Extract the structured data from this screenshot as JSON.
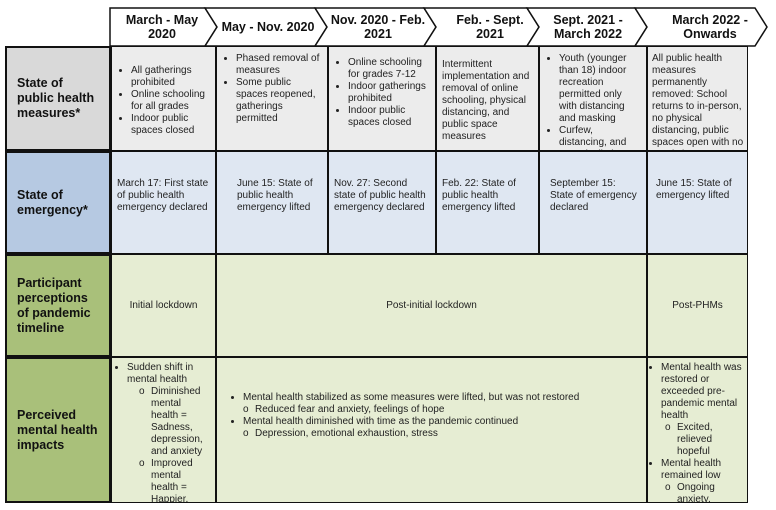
{
  "timeline": [
    "March - May 2020",
    "May - Nov. 2020",
    "Nov. 2020 - Feb. 2021",
    "Feb. - Sept. 2021",
    "Sept. 2021 - March 2022",
    "March 2022 - Onwards"
  ],
  "rows": {
    "public_health": {
      "label": "State of public health measures*",
      "cells": [
        [
          "All gatherings prohibited",
          "Online schooling for all grades",
          "Indoor public spaces closed"
        ],
        [
          "Phased removal of measures",
          "Some public spaces reopened, gatherings permitted"
        ],
        [
          "Online schooling for grades 7-12",
          "Indoor gatherings prohibited",
          "Indoor public spaces closed"
        ],
        "Intermittent implementation and removal of online schooling, physical distancing, and public space measures",
        [
          "Youth (younger than 18) indoor recreation permitted only with distancing and masking",
          "Curfew, distancing, and capacity limits to public spaces"
        ],
        "All public health measures permanently removed: School returns to in-person, no physical distancing, public spaces open with no restrictions"
      ]
    },
    "emergency": {
      "label": "State of emergency*",
      "cells": [
        "March 17: First state of public health emergency declared",
        "June 15: State of public health emergency lifted",
        "Nov. 27: Second state of public health emergency declared",
        "Feb. 22: State of public health emergency lifted",
        "September 15: State of emergency declared",
        "June 15: State of emergency lifted"
      ]
    },
    "perceptions": {
      "label": "Participant perceptions of pandemic timeline",
      "initial": "Initial lockdown",
      "post_initial": "Post-initial lockdown",
      "post_phms": "Post-PHMs"
    },
    "impacts": {
      "label": "Perceived mental health impacts",
      "first": {
        "main": "Sudden shift in mental health",
        "sub": [
          "Diminished mental health = Sadness, depression, and anxiety",
          "Improved mental health = Happier, more relaxed"
        ]
      },
      "middle": [
        {
          "main": "Mental health stabilized as some measures were lifted, but was not restored",
          "sub": "Reduced fear and anxiety, feelings of hope"
        },
        {
          "main": "Mental health diminished with time as the pandemic continued",
          "sub": "Depression, emotional exhaustion, stress"
        }
      ],
      "last": [
        {
          "main": "Mental health was restored or exceeded pre-pandemic mental health",
          "sub": "Excited, relieved hopeful"
        },
        {
          "main": "Mental health remained low",
          "sub": "Ongoing anxiety, uncertainty, loneliness"
        }
      ]
    }
  }
}
